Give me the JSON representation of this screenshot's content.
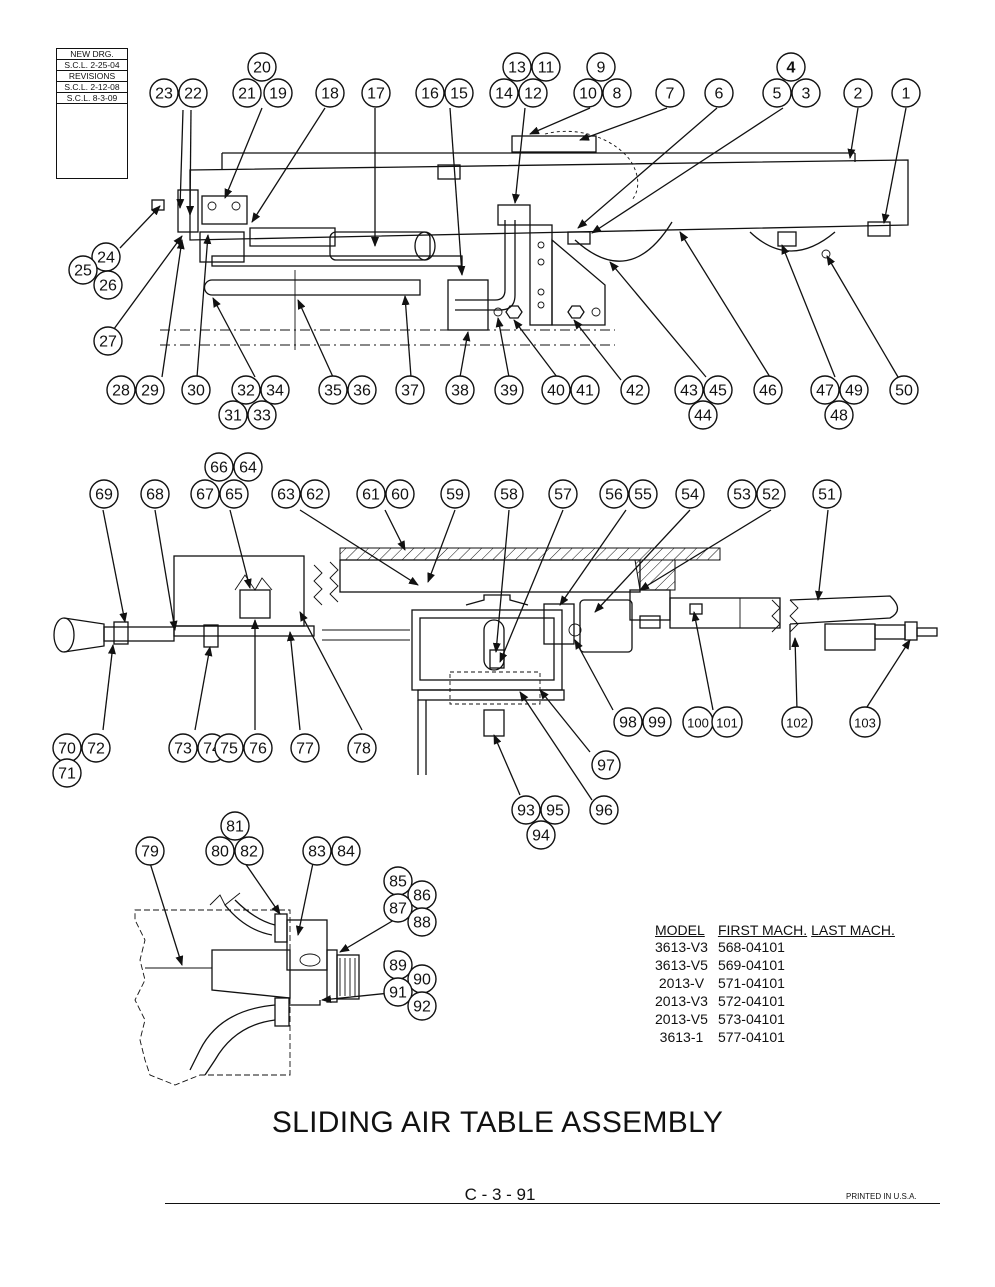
{
  "revision_block": {
    "lines": [
      "NEW DRG.",
      "S.C.L. 2-25-04",
      "REVISIONS",
      "S.C.L. 2-12-08",
      "S.C.L. 8-3-09"
    ]
  },
  "callouts": {
    "top_view": [
      "20",
      "23",
      "22",
      "21",
      "19",
      "18",
      "17",
      "16",
      "15",
      "13",
      "11",
      "14",
      "12",
      "9",
      "10",
      "8",
      "7",
      "6",
      "4",
      "5",
      "3",
      "2",
      "1",
      "24",
      "25",
      "26",
      "27",
      "28",
      "29",
      "30",
      "32",
      "34",
      "31",
      "33",
      "35",
      "36",
      "37",
      "38",
      "39",
      "40",
      "41",
      "42",
      "43",
      "45",
      "44",
      "46",
      "47",
      "49",
      "48",
      "50"
    ],
    "middle_view": [
      "66",
      "64",
      "69",
      "68",
      "67",
      "65",
      "63",
      "62",
      "61",
      "60",
      "59",
      "58",
      "57",
      "56",
      "55",
      "54",
      "53",
      "52",
      "51",
      "70",
      "72",
      "71",
      "73",
      "74",
      "75",
      "76",
      "77",
      "78",
      "98",
      "99",
      "100",
      "101",
      "102",
      "103",
      "97",
      "93",
      "95",
      "94",
      "96"
    ],
    "bottom_view": [
      "81",
      "79",
      "80",
      "82",
      "83",
      "84",
      "85",
      "86",
      "87",
      "88",
      "89",
      "90",
      "91",
      "92"
    ]
  },
  "model_table": {
    "headers": [
      "MODEL",
      "FIRST MACH.",
      "LAST MACH."
    ],
    "rows": [
      [
        "3613-V3",
        "568-04101",
        ""
      ],
      [
        "3613-V5",
        "569-04101",
        ""
      ],
      [
        "2013-V",
        "571-04101",
        ""
      ],
      [
        "2013-V3",
        "572-04101",
        ""
      ],
      [
        "2013-V5",
        "573-04101",
        ""
      ],
      [
        "3613-1",
        "577-04101",
        ""
      ]
    ]
  },
  "title": "SLIDING AIR TABLE ASSEMBLY",
  "page_number": "C - 3 - 91",
  "printed_note": "PRINTED IN U.S.A."
}
